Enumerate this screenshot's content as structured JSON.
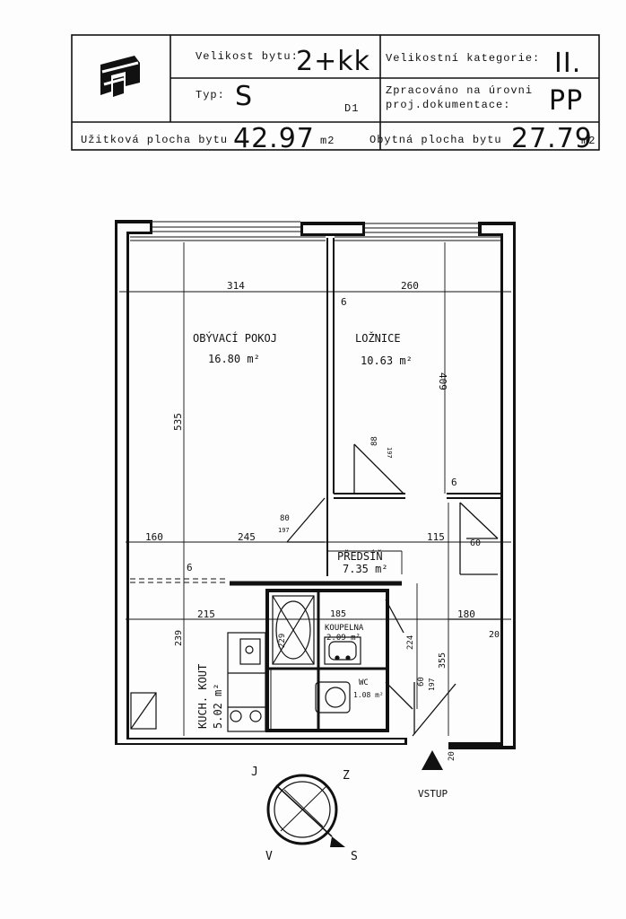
{
  "header": {
    "velikost_label": "Velikost bytu:",
    "velikost_value": "2+kk",
    "kategorie_label": "Velikostní kategorie:",
    "kategorie_value": "II.",
    "typ_label": "Typ:",
    "typ_value": "S",
    "typ_code": "D1",
    "zpracovano_label_1": "Zpracováno na úrovni",
    "zpracovano_label_2": "proj.dokumentace:",
    "zpracovano_value": "PP",
    "uzitkova_label": "Užitková plocha bytu",
    "uzitkova_value": "42.97",
    "uzitkova_unit": "m2",
    "obytna_label": "Obytná plocha bytu",
    "obytna_value": "27.79",
    "obytna_unit": "m2"
  },
  "rooms": {
    "obyvaci_name": "OBÝVACÍ POKOJ",
    "obyvaci_area": "16.80 m²",
    "loznice_name": "LOŽNICE",
    "loznice_area": "10.63 m²",
    "predsin_name": "PŘEDSÍŇ",
    "predsin_area": "7.35 m²",
    "koupelna_name": "KOUPELNA",
    "koupelna_area": "2.09 m²",
    "wc_name": "WC",
    "wc_area": "1.08 m²",
    "kuch_name": "KUCH. KOUT",
    "kuch_area": "5.02 m²"
  },
  "dimensions": {
    "d314": "314",
    "d260": "260",
    "d6a": "6",
    "d535": "535",
    "d409": "409",
    "d6b": "6",
    "d88": "88",
    "d197a": "197",
    "d80": "80",
    "d197b": "197",
    "d160": "160",
    "d245": "245",
    "d115": "115",
    "d60": "60",
    "d6c": "6",
    "d215": "215",
    "d185": "185",
    "d180": "180",
    "d239": "239",
    "d229": "229",
    "d224": "224",
    "d20a": "20",
    "d60b": "60",
    "d197c": "197",
    "d355": "355",
    "d20b": "20"
  },
  "labels": {
    "vstup": "VSTUP",
    "compass_j": "J",
    "compass_z": "Z",
    "compass_v": "V",
    "compass_s": "S"
  }
}
